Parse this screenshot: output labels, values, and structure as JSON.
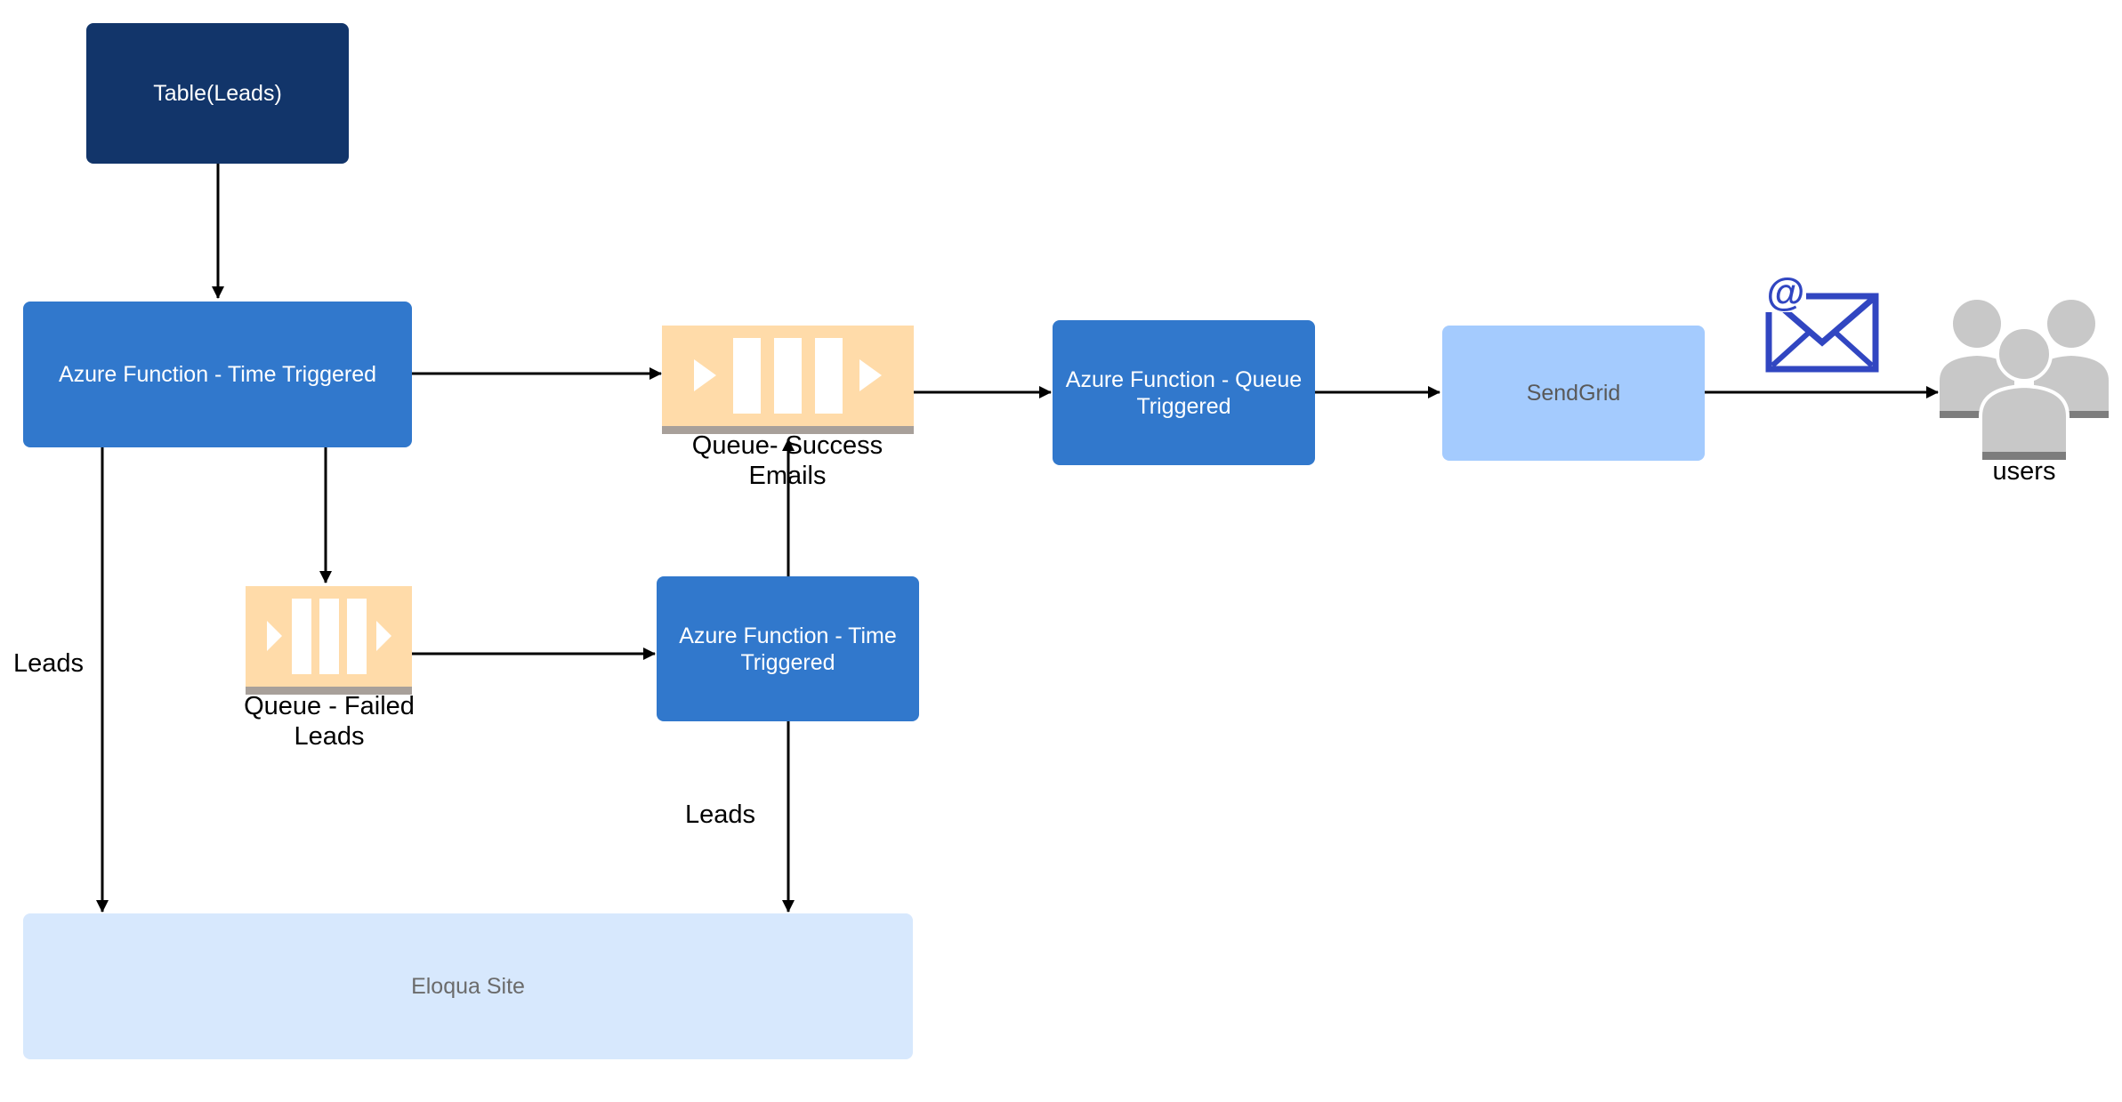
{
  "nodes": {
    "table_leads": "Table(Leads)",
    "func_time_1": "Azure Function - Time Triggered",
    "func_time_2": "Azure Function - Time Triggered",
    "func_queue": "Azure Function - Queue Triggered",
    "sendgrid": "SendGrid",
    "eloqua": "Eloqua Site"
  },
  "queues": {
    "success": "Queue- Success\nEmails",
    "failed": "Queue - Failed\nLeads"
  },
  "users_label": "users",
  "edge_labels": {
    "left_leads": "Leads",
    "middle_leads": "Leads"
  },
  "icons": {
    "email": "email-at-envelope-icon",
    "users": "users-group-icon",
    "queue": "message-queue-icon"
  },
  "colors": {
    "dark_navy": "#12356a",
    "azure_blue": "#3178cc",
    "sendgrid_blue": "#a4cbfe",
    "eloqua_pale": "#d7e8fd",
    "queue_fill": "#ffdba9",
    "queue_base": "#a8a09a",
    "email_icon": "#3146c1",
    "users_icon": "#c8c8c8"
  }
}
